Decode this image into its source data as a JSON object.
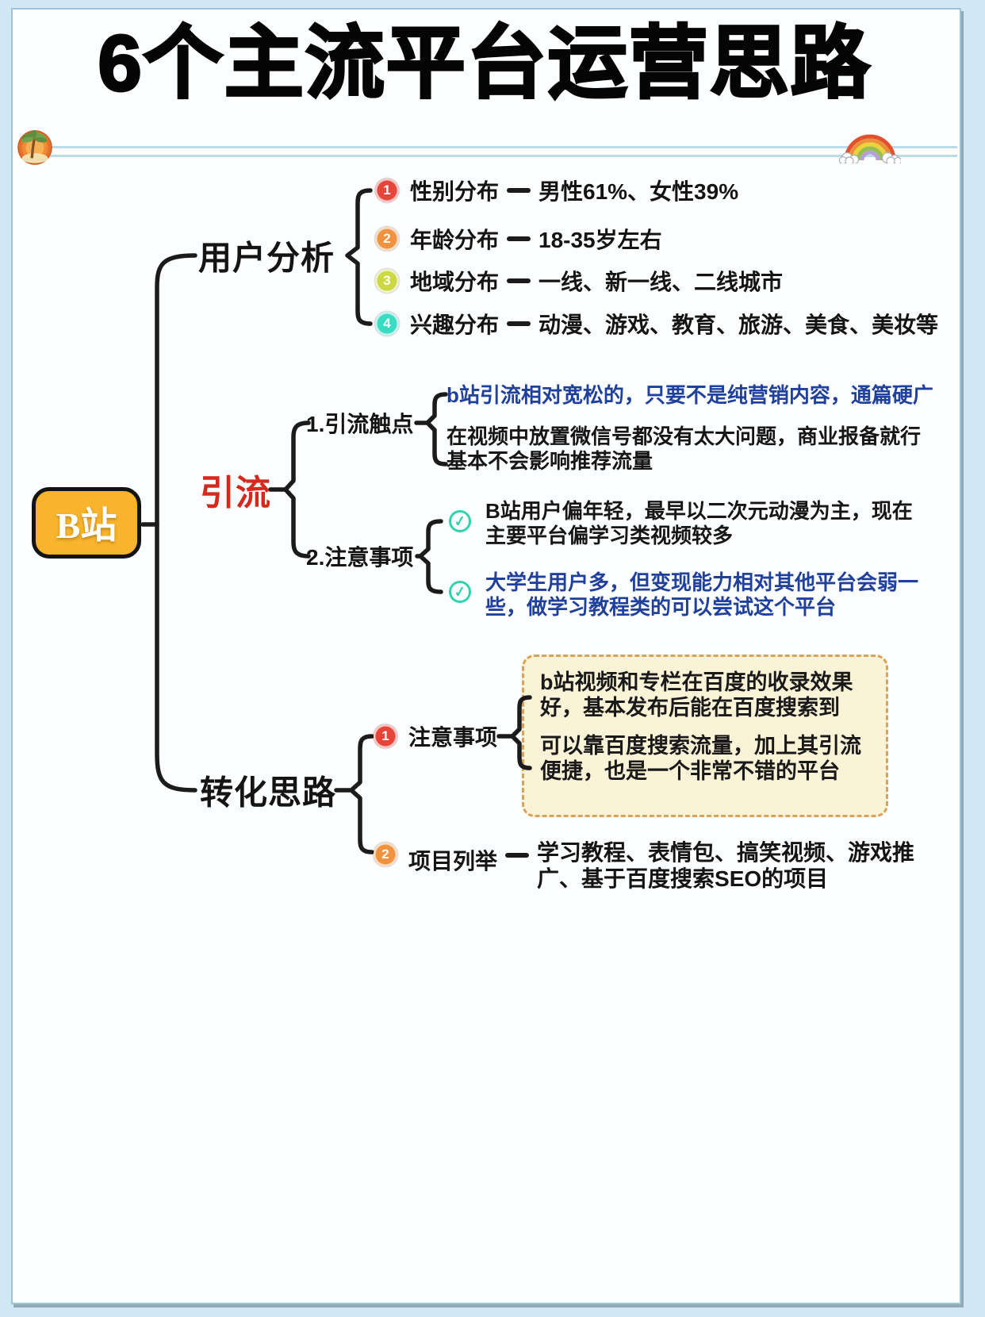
{
  "page": {
    "title": "6个主流平台运营思路"
  },
  "decorations": {
    "palm_icon": "palm-tree-sunset-badge",
    "rainbow_icon": "rainbow-with-clouds"
  },
  "root": {
    "label": "B站"
  },
  "branches": {
    "user_analysis": {
      "label": "用户分析",
      "items": [
        {
          "num": "1",
          "label": "性别分布",
          "value": "男性61%、女性39%"
        },
        {
          "num": "2",
          "label": "年龄分布",
          "value": "18-35岁左右"
        },
        {
          "num": "3",
          "label": "地域分布",
          "value": "一线、新一线、二线城市"
        },
        {
          "num": "4",
          "label": "兴趣分布",
          "value": "动漫、游戏、教育、旅游、美食、美妆等"
        }
      ]
    },
    "traffic": {
      "label": "引流",
      "touchpoint": {
        "label": "1.引流触点",
        "note_blue": "b站引流相对宽松的，只要不是纯营销内容，通篇硬广",
        "note_black": "在视频中放置微信号都没有太大问题，商业报备就行基本不会影响推荐流量"
      },
      "cautions": {
        "label": "2.注意事项",
        "items": [
          {
            "icon": "check-icon",
            "text": "B站用户偏年轻，最早以二次元动漫为主，现在主要平台偏学习类视频较多"
          },
          {
            "icon": "check-icon",
            "text": "大学生用户多，但变现能力相对其他平台会弱一些，做学习教程类的可以尝试这个平台"
          }
        ]
      }
    },
    "conversion": {
      "label": "转化思路",
      "cautions": {
        "num": "1",
        "label": "注意事项",
        "notes": [
          "b站视频和专栏在百度的收录效果好，基本发布后能在百度搜索到",
          "可以靠百度搜索流量，加上其引流便捷，也是一个非常不错的平台"
        ]
      },
      "projects": {
        "num": "2",
        "label": "项目列举",
        "value": "学习教程、表情包、搞笑视频、游戏推广、基于百度搜索SEO的项目"
      }
    }
  },
  "colors": {
    "background": "#cfe8f4",
    "card": "#fcfeff",
    "title": "#050505",
    "accent_red": "#d32a1d",
    "accent_blue": "#20409e",
    "node_yellow": "#f7b42c",
    "box_bg": "#fbf3d7",
    "box_border": "#d9a258",
    "check_teal": "#2fd3ae",
    "badge_red": "#e8453a",
    "badge_orange": "#f0923f",
    "badge_yellow": "#ccd944",
    "badge_teal": "#37dcc3",
    "line": "#1b1b1b"
  }
}
